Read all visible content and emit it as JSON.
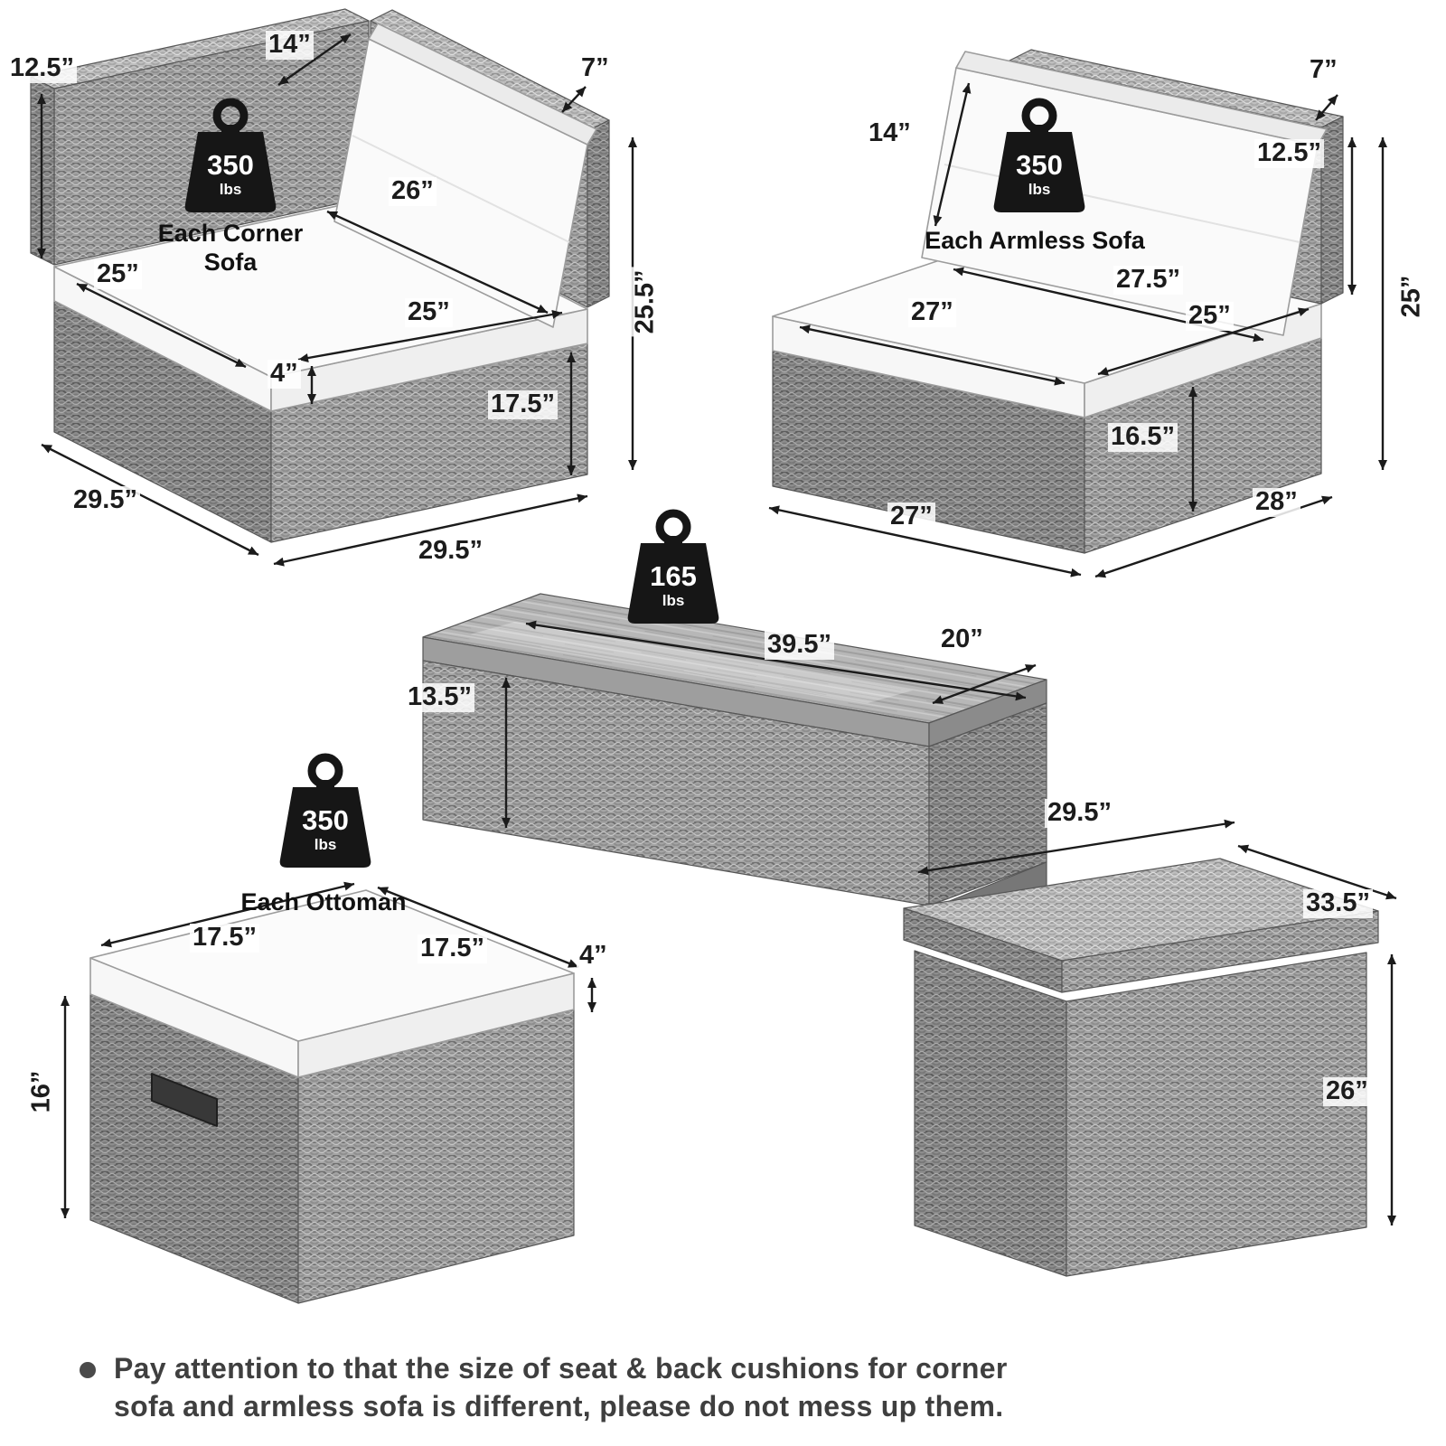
{
  "corner_sofa": {
    "weight": {
      "value": "350",
      "unit": "lbs"
    },
    "caption_line1": "Each Corner",
    "caption_line2": "Sofa",
    "dims": {
      "wall_height": "12.5”",
      "back_cushion_depth": "14”",
      "back_cushion_thickness": "7”",
      "back_cushion_width": "26”",
      "seat_depth": "25”",
      "seat_width": "25”",
      "seat_cushion_thickness": "4”",
      "base_height": "17.5”",
      "total_height": "25.5”",
      "overall_depth": "29.5”",
      "overall_width": "29.5”"
    }
  },
  "armless_sofa": {
    "weight": {
      "value": "350",
      "unit": "lbs"
    },
    "caption": "Each Armless Sofa",
    "dims": {
      "back_cushion_depth": "14”",
      "back_cushion_thickness": "7”",
      "wall_height": "12.5”",
      "back_cushion_width": "27.5”",
      "seat_width": "27”",
      "seat_depth": "25”",
      "total_height": "25”",
      "base_height": "16.5”",
      "overall_width": "27”",
      "overall_depth": "28”"
    }
  },
  "coffee_table": {
    "weight": {
      "value": "165",
      "unit": "lbs"
    },
    "dims": {
      "length": "39.5”",
      "width": "20”",
      "height": "13.5”"
    }
  },
  "ottoman": {
    "weight": {
      "value": "350",
      "unit": "lbs"
    },
    "caption": "Each Ottoman",
    "dims": {
      "top_depth": "17.5”",
      "top_width": "17.5”",
      "cushion_thickness": "4”",
      "base_height": "16”"
    }
  },
  "storage_box": {
    "dims": {
      "width": "29.5”",
      "depth": "33.5”",
      "height": "26”"
    }
  },
  "note": {
    "bullet": "●",
    "line1": "Pay attention to that the size of seat & back cushions for corner",
    "line2": "sofa and armless sofa is different, please do not mess up them."
  }
}
